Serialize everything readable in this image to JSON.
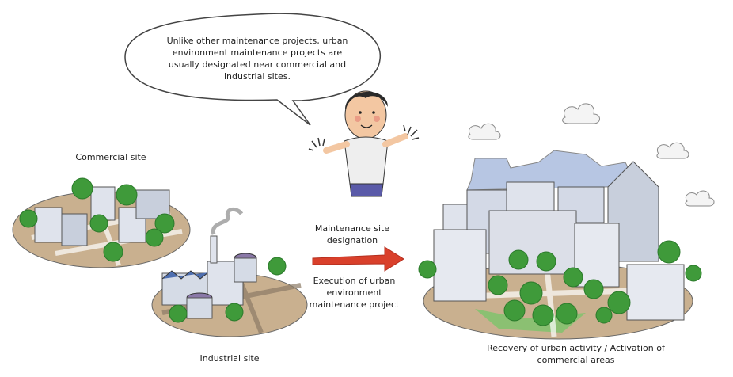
{
  "speech_bubble": {
    "text": "Unlike other maintenance projects, urban environment maintenance projects are usually designated near commercial and industrial sites."
  },
  "labels": {
    "commercial": "Commercial site",
    "industrial": "Industrial site",
    "step_designation": "Maintenance site designation",
    "step_execution": "Execution of urban environment maintenance project",
    "recovery": "Recovery of urban activity / Activation of commercial areas"
  },
  "colors": {
    "arrow": "#d9402b",
    "tree": "#3f9a3a",
    "tree_dark": "#2b7a2b",
    "building": "#dfe3ec",
    "ground": "#c9b08f",
    "sky_building": "#b7c6e3",
    "shirt": "#eeeeee",
    "pants": "#5a5aa8"
  },
  "icons": [
    "speech-bubble",
    "person",
    "commercial-district",
    "industrial-district",
    "right-arrow",
    "revitalized-city",
    "cloud"
  ]
}
